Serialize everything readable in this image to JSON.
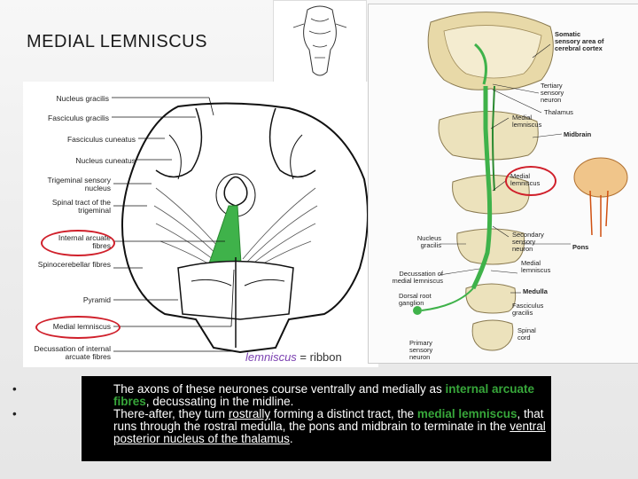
{
  "slide": {
    "title": "MEDIAL LEMNISCUS"
  },
  "medulla_labels": [
    "Nucleus gracilis",
    "Fasciculus gracilis",
    "Fasciculus cuneatus",
    "Nucleus cuneatus",
    "Trigeminal sensory nucleus",
    "Spinal tract of the trigeminal",
    "Internal arcuate fibres",
    "Spinocerebellar fibres",
    "Pyramid",
    "Medial lemniscus",
    "Decussation of internal arcuate fibres"
  ],
  "pathway_labels": {
    "somatic": "Somatic sensory area of cerebral cortex",
    "tertiary": "Tertiary sensory neuron",
    "thalamus": "Thalamus",
    "medial_lemniscus_1": "Medial lemniscus",
    "midbrain": "Midbrain",
    "medial_lemniscus_2": "Medial lemniscus",
    "nucleus_gracilis": "Nucleus gracilis",
    "secondary": "Secondary sensory neuron",
    "pons": "Pons",
    "decussation": "Decussation of medial lemniscus",
    "medial_lemniscus_3": "Medial lemniscus",
    "dorsal_root": "Dorsal root ganglion",
    "medulla": "Medulla",
    "fasciculus": "Fasciculus gracilis",
    "primary": "Primary sensory neuron",
    "spinal_cord": "Spinal cord"
  },
  "caption": {
    "term": "lemniscus",
    "rest": " = ribbon"
  },
  "bullets": {
    "b1_a": "The axons of these neurones course ventrally and medially as ",
    "b1_hl": "internal arcuate fibres",
    "b1_b": ", decussating in the midline.",
    "b2_a": "There-after, they turn ",
    "b2_ul1": "rostrally",
    "b2_b": " forming a distinct tract, the ",
    "b2_hl": "medial lemniscus",
    "b2_c": ", that runs through the rostral medulla, the pons and midbrain to terminate in the ",
    "b2_ul2": "ventral posterior nucleus of the thalamus",
    "b2_d": "."
  },
  "colors": {
    "highlight": "#37a63a",
    "circle": "#d0202b",
    "tract_green": "#3fb24a"
  }
}
